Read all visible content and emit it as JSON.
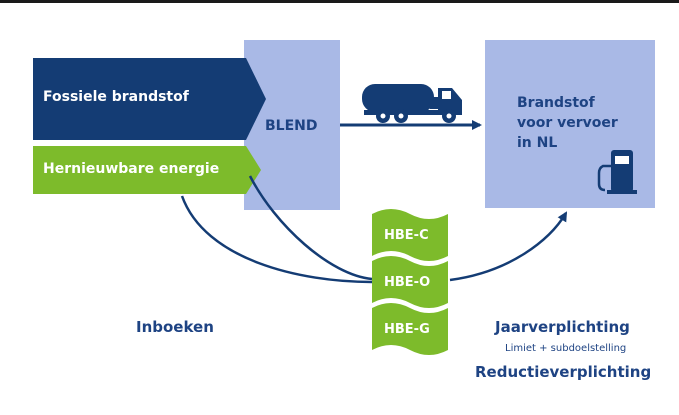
{
  "colors": {
    "navy": "#143c74",
    "green": "#7dbb2b",
    "light_blue": "#a9b9e6",
    "text_blue": "#1e4383"
  },
  "sources": {
    "fossil": "Fossiele brandstof",
    "renewable": "Hernieuwbare energie"
  },
  "blend": "BLEND",
  "destination": {
    "line1": "Brandstof",
    "line2": "voor vervoer",
    "line3": "in NL"
  },
  "certificates": [
    "HBE-C",
    "HBE-O",
    "HBE-G"
  ],
  "labels": {
    "inboeken": "Inboeken",
    "jaarverplichting": "Jaarverplichting",
    "limiet": "Limiet + subdoelstelling",
    "reductie": "Reductieverplichting"
  },
  "icons": [
    "tanker-truck-icon",
    "fuel-pump-icon"
  ]
}
